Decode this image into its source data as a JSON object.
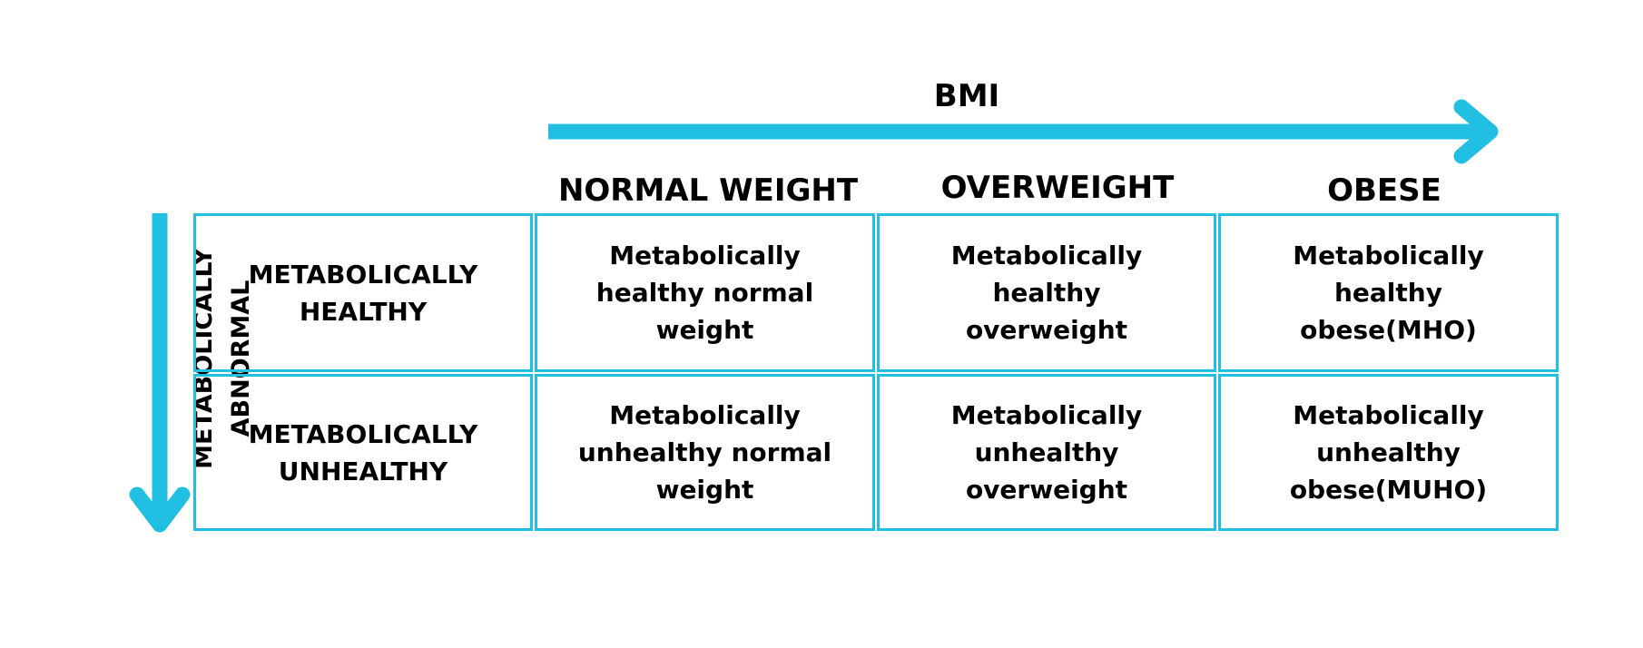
{
  "axis": {
    "horizontal_label": "BMI",
    "vertical_label_line1": "METABOLICALLY",
    "vertical_label_line2": "ABNORMAL"
  },
  "columns": [
    "NORMAL WEIGHT",
    "OVERWEIGHT",
    "OBESE"
  ],
  "rows": [
    {
      "header_lines": [
        "METABOLICALLY",
        "HEALTHY"
      ],
      "cells": [
        [
          "Metabolically",
          "healthy normal",
          "weight"
        ],
        [
          "Metabolically",
          "healthy",
          "overweight"
        ],
        [
          "Metabolically",
          "healthy",
          "obese(MHO)"
        ]
      ]
    },
    {
      "header_lines": [
        "METABOLICALLY",
        "UNHEALTHY"
      ],
      "cells": [
        [
          "Metabolically",
          "unhealthy normal",
          "weight"
        ],
        [
          "Metabolically",
          "unhealthy",
          "overweight"
        ],
        [
          "Metabolically",
          "unhealthy",
          "obese(MUHO)"
        ]
      ]
    }
  ],
  "colors": {
    "accent": "#21c0e3",
    "text": "#000000",
    "background": "#ffffff"
  }
}
